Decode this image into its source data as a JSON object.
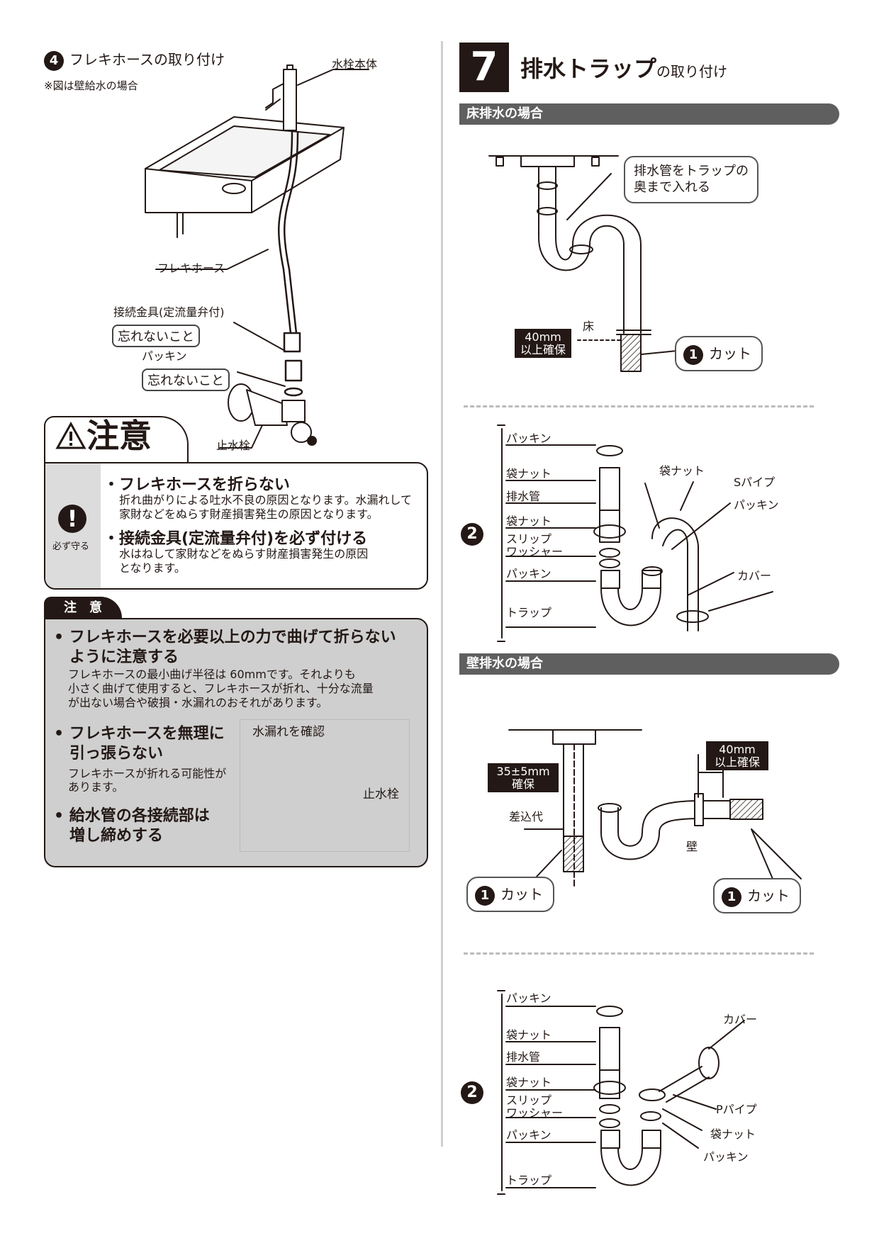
{
  "step4": {
    "number": "4",
    "title": "フレキホースの取り付け",
    "note": "※図は壁給水の場合",
    "labels": {
      "faucet_body": "水栓本体",
      "flex_hose": "フレキホース",
      "connector": "接続金具(定流量弁付)",
      "dont_forget_1": "忘れないこと",
      "packing": "パッキン",
      "dont_forget_2": "忘れないこと",
      "stop_valve": "止水栓"
    }
  },
  "warning": {
    "title": "注意",
    "icon_label": "必ず守る",
    "items": [
      {
        "heading": "・フレキホースを折らない",
        "body": "折れ曲がりによる吐水不良の原因となります。水漏れして\n家財などをぬらす財産損害発生の原因となります。"
      },
      {
        "heading": "・接続金具(定流量弁付)を必ず付ける",
        "body": "水はねして家財などをぬらす財産損害発生の原因\nとなります。"
      }
    ]
  },
  "caution": {
    "title": "注　意",
    "item1_heading": "• フレキホースを必要以上の力で曲げて折らない\n　ように注意する",
    "item1_body": "フレキホースの最小曲げ半径は 60mmです。それよりも\n小さく曲げて使用すると、フレキホースが折れ、十分な流量\nが出ない場合や破損・水漏れのおそれがあります。",
    "item2_heading": "• フレキホースを無理に\n　引っ張らない",
    "item2_body": "フレキホースが折れる可能性が\nあります。",
    "item3_heading": "• 給水管の各接続部は\n　増し締めする",
    "inset_check": "水漏れを確認",
    "inset_valve": "止水栓"
  },
  "step7": {
    "number": "7",
    "title_main": "排水トラップ",
    "title_sub": "の取り付け"
  },
  "floor": {
    "bar": "床排水の場合",
    "callout": "排水管をトラップの\n奥まで入れる",
    "floor_label": "床",
    "clearance": "40mm\n以上確保",
    "cut_num": "1",
    "cut_label": "カット",
    "parts_num": "2",
    "parts_left": [
      "パッキン",
      "袋ナット",
      "排水管",
      "袋ナット",
      "スリップ\nワッシャー",
      "パッキン",
      "トラップ"
    ],
    "parts_right": [
      "袋ナット",
      "Sパイプ",
      "パッキン",
      "カバー"
    ]
  },
  "wall": {
    "bar": "壁排水の場合",
    "ensure": "35±5mm\n確保",
    "clearance": "40mm\n以上確保",
    "insert": "差込代",
    "wall_label": "壁",
    "cut_num": "1",
    "cut_label": "カット",
    "parts_num": "2",
    "parts_left": [
      "パッキン",
      "袋ナット",
      "排水管",
      "袋ナット",
      "スリップ\nワッシャー",
      "パッキン",
      "トラップ"
    ],
    "parts_right": [
      "カバー",
      "Pパイプ",
      "袋ナット",
      "パッキン"
    ]
  }
}
